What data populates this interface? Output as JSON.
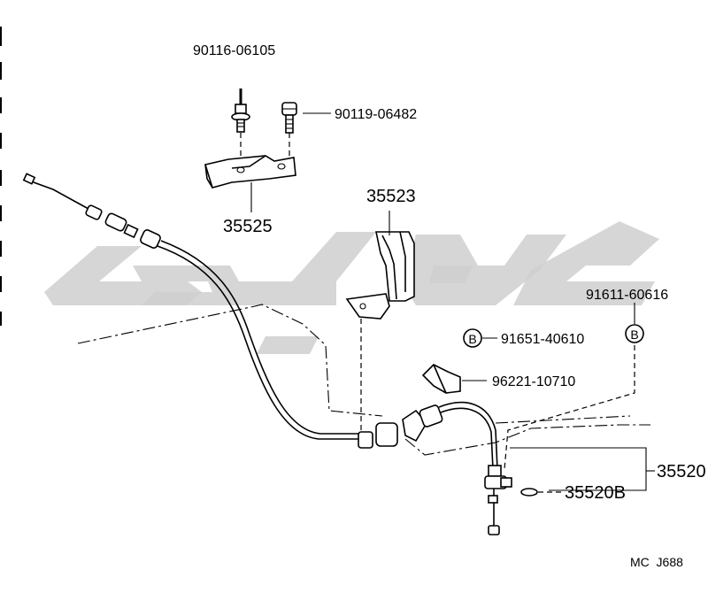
{
  "parts": {
    "bolt_90116": "90116-06105",
    "bolt_90119": "90119-06482",
    "bracket_35525": "35525",
    "bracket_35523": "35523",
    "pin_91611": "91611-60616",
    "clip_91651": "91651-40610",
    "clamp_96221": "96221-10710",
    "cable_35520": "35520",
    "ring_35520b": "35520B"
  },
  "symbols": {
    "b_marker": "B"
  },
  "footer": {
    "code": "MC  J688"
  },
  "colors": {
    "line": "#000000",
    "background": "#ffffff",
    "watermark": "#cfcfcf"
  }
}
